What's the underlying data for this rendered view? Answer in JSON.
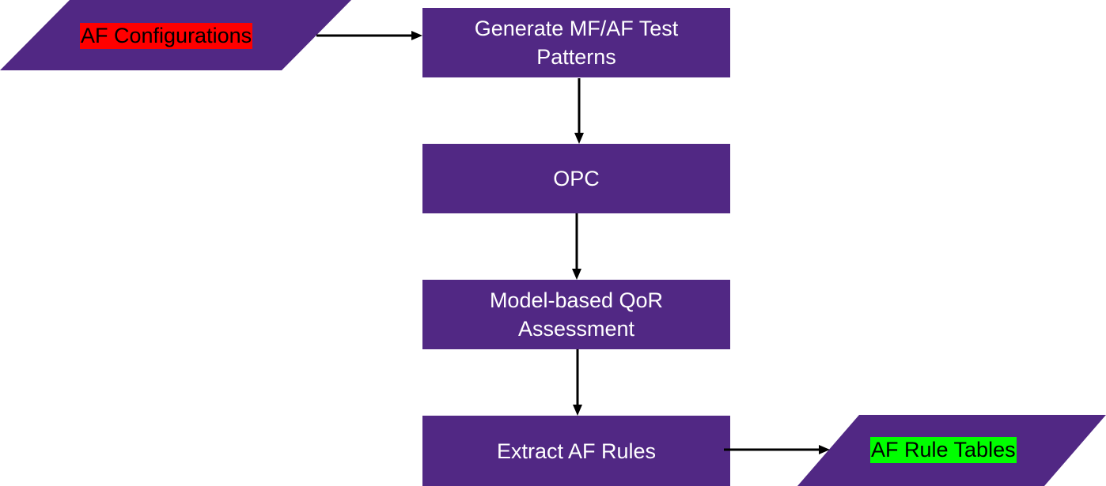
{
  "colors": {
    "shape_fill": "#512884",
    "node_text": "#ffffff",
    "input_highlight": "#ff0000",
    "output_highlight": "#00ff00",
    "edge": "#000000"
  },
  "diagram": {
    "input": {
      "label": "AF Configurations"
    },
    "steps": [
      {
        "label": "Generate MF/AF Test\nPatterns"
      },
      {
        "label": "OPC"
      },
      {
        "label": "Model-based QoR\nAssessment"
      },
      {
        "label": "Extract AF Rules"
      }
    ],
    "output": {
      "label": "AF Rule Tables"
    }
  }
}
